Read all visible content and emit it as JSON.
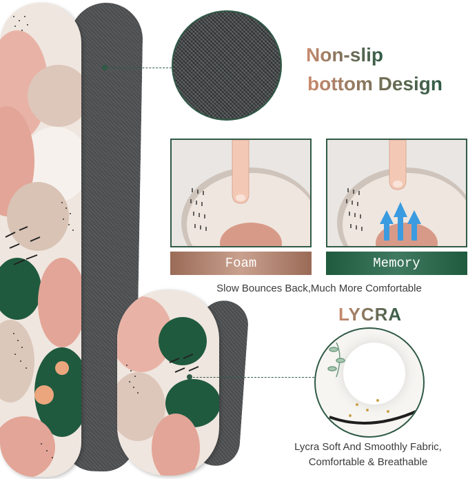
{
  "headings": {
    "line1": "Non-slip",
    "line2": "bottom Design"
  },
  "panels": {
    "foam_label": "Foam",
    "memory_label": "Memory"
  },
  "captions": {
    "bounce": "Slow Bounces Back,Much More Comfortable",
    "lycra_title": "LYCRA",
    "lycra_line1": "Lycra Soft And Smoothly Fabric,",
    "lycra_line2": "Comfortable & Breathable"
  },
  "colors": {
    "brand_green": "#2f5a46",
    "accent_peach": "#c98a6e",
    "pattern_pink": "#e3a597",
    "pattern_green": "#1f5a3e",
    "pattern_cream": "#efe6df",
    "backing_gray": "#4e5052",
    "arrow_blue": "#3a9be0"
  },
  "icons": [
    "finger-press-icon",
    "rebound-arrows-icon"
  ]
}
